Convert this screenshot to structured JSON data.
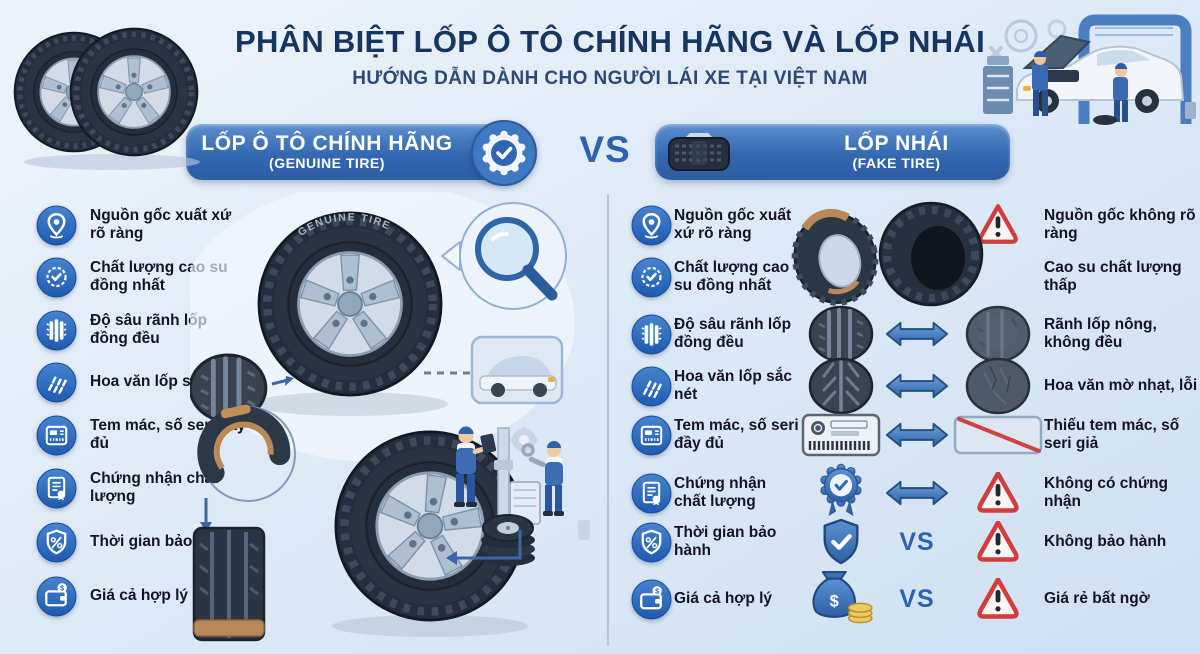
{
  "header": {
    "title": "PHÂN BIỆT LỐP Ô TÔ CHÍNH HÃNG VÀ LỐP NHÁI",
    "subtitle": "HƯỚNG DẪN DÀNH CHO NGƯỜI LÁI XE TẠI VIỆT NAM"
  },
  "banner_left": {
    "title": "LỐP Ô TÔ CHÍNH HÃNG",
    "subtitle": "(GENUINE TIRE)"
  },
  "banner_vs": "VS",
  "banner_right": {
    "title": "LỐP NHÁI",
    "subtitle": "(FAKE TIRE)"
  },
  "genuine": {
    "tire_text": "GENUINE TIRE",
    "items": [
      {
        "icon": "location-pin-icon",
        "label": "Nguồn gốc xuất xứ rõ ràng"
      },
      {
        "icon": "quality-seal-icon",
        "label": "Chất lượng cao su đồng nhất"
      },
      {
        "icon": "tread-depth-icon",
        "label": "Độ sâu rãnh lốp đồng đều"
      },
      {
        "icon": "tread-pattern-icon",
        "label": "Hoa văn lốp sắc nét"
      },
      {
        "icon": "serial-label-icon",
        "label": "Tem mác, số seri đầy đủ"
      },
      {
        "icon": "certificate-icon",
        "label": "Chứng nhận chất lượng"
      },
      {
        "icon": "warranty-shield-icon",
        "label": "Thời gian bảo hành"
      },
      {
        "icon": "wallet-icon",
        "label": "Giá cả hợp lý"
      }
    ]
  },
  "compare": {
    "vs_label": "VS",
    "rows": [
      {
        "left": "Nguồn gốc xuất xứ rõ ràng",
        "right": "Nguồn gốc không rõ ràng"
      },
      {
        "left": "Chất lượng cao su đồng nhất",
        "right": "Cao su chất lượng thấp"
      },
      {
        "left": "Độ sâu rãnh lốp đồng đều",
        "right": "Rãnh lốp nông, không đều"
      },
      {
        "left": "Hoa văn lốp sắc nét",
        "right": "Hoa văn mờ nhạt, lỗi"
      },
      {
        "left": "Tem mác, số seri đầy đủ",
        "right": "Thiếu tem mác, số seri giả"
      },
      {
        "left": "Chứng nhận chất lượng",
        "right": "Không có chứng nhận"
      },
      {
        "left": "Thời gian bảo hành",
        "right": "Không bảo hành"
      },
      {
        "left": "Giá cả hợp lý",
        "right": "Giá rẻ bất ngờ"
      }
    ]
  },
  "icons": {
    "dollar": "$"
  },
  "colors": {
    "accent_blue": "#2e64ad",
    "banner_blue": "#3468b1",
    "icon_blue": "#2058ae",
    "warning_red": "#d23c3c",
    "title_navy": "#17365f",
    "text_dark": "#141428",
    "tire_dark": "#242e3d",
    "background": "#dde9f6"
  }
}
